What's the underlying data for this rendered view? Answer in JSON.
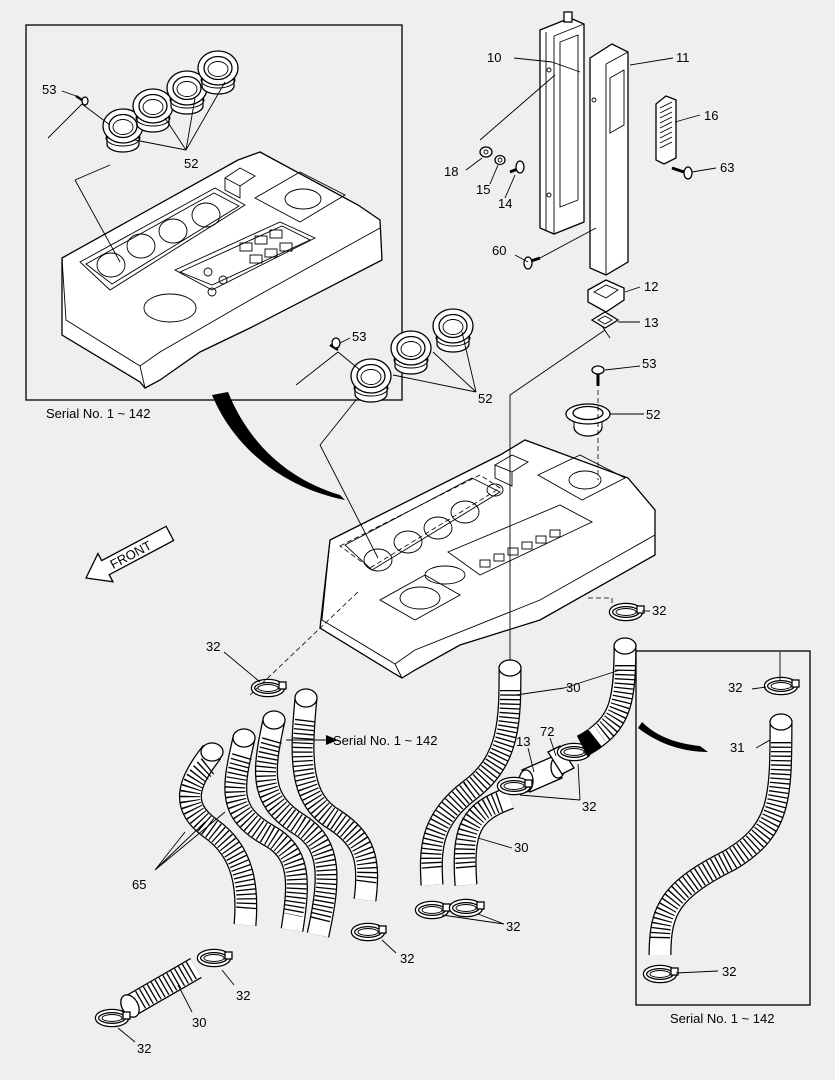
{
  "callouts": {
    "p10": "10",
    "p11": "11",
    "p16": "16",
    "p63": "63",
    "p18": "18",
    "p15": "15",
    "p14": "14",
    "p60": "60",
    "p12": "12",
    "p13_top": "13",
    "p53_right": "53",
    "p52_right": "52",
    "p53_inset": "53",
    "p52_inset": "52",
    "p53_mid": "53",
    "p52_mid": "52",
    "p32_a": "32",
    "p32_b": "32",
    "p32_c": "32",
    "p32_d": "32",
    "p32_e": "32",
    "p32_f": "32",
    "p32_g": "32",
    "p32_h": "32",
    "p32_i": "32",
    "p30_a": "30",
    "p30_b": "30",
    "p30_c": "30",
    "p72": "72",
    "p13_mid": "13",
    "p65": "65",
    "p31": "31"
  },
  "notes": {
    "inset_top_serial": "Serial No. 1 ~ 142",
    "hose_serial": "Serial No. 1 ~ 142",
    "inset_right_serial": "Serial No. 1 ~ 142",
    "front_arrow": "FRONT"
  }
}
